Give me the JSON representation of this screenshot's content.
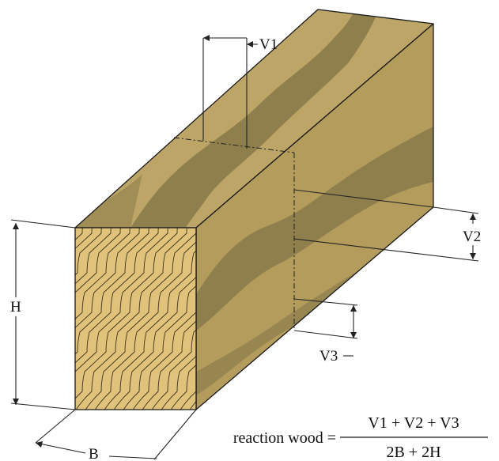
{
  "labels": {
    "v1": "V1",
    "v2": "V2",
    "v3": "V3",
    "h": "H",
    "b": "B"
  },
  "formula": {
    "lhs": "reaction wood =",
    "numerator": "V1 + V2 + V3",
    "denominator": "2B + 2H"
  },
  "colors": {
    "wood_light": "#c2ac72",
    "wood_top": "#bca566",
    "wood_side": "#b39c5c",
    "reaction_band": "#8f7f4c",
    "end_grain": "#e0c27a"
  }
}
